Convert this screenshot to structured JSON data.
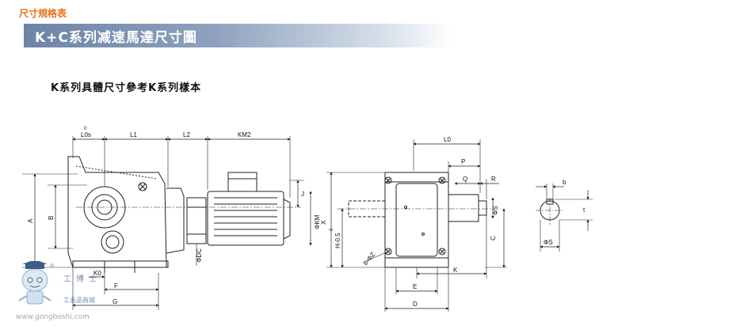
{
  "header": {
    "section_label": "尺寸規格表",
    "title": "K+C系列减速馬達尺寸圖",
    "subtitle": "K系列具體尺寸參考K系列樣本"
  },
  "colors": {
    "section_label": "#e8701a",
    "title_bar": "#6d84a6",
    "line": "#222222"
  },
  "dims": {
    "l0s": "L0s",
    "l0s_sup": "0",
    "l1": "L1",
    "l2": "L2",
    "km2": "KM2",
    "j": "J",
    "phi_km": "ΦKM",
    "a": "A",
    "b": "B",
    "phi_dc": "ΦDC",
    "k0": "K0",
    "f": "F",
    "g": "G",
    "l0": "L0",
    "p": "P",
    "q": "Q",
    "r": "R",
    "phi_s": "ΦS",
    "x": "X",
    "h": "H-0.5",
    "h_sup": "0",
    "c": "C",
    "bolt": "8-ΦZ",
    "k": "K",
    "e": "E",
    "d": "D",
    "b_small": "b",
    "t": "t",
    "phi_s2": "ΦS"
  },
  "watermark": {
    "brand": "工博士",
    "sub": "工业品商城",
    "url": "www.gongboshi.com",
    "reg": "®"
  }
}
